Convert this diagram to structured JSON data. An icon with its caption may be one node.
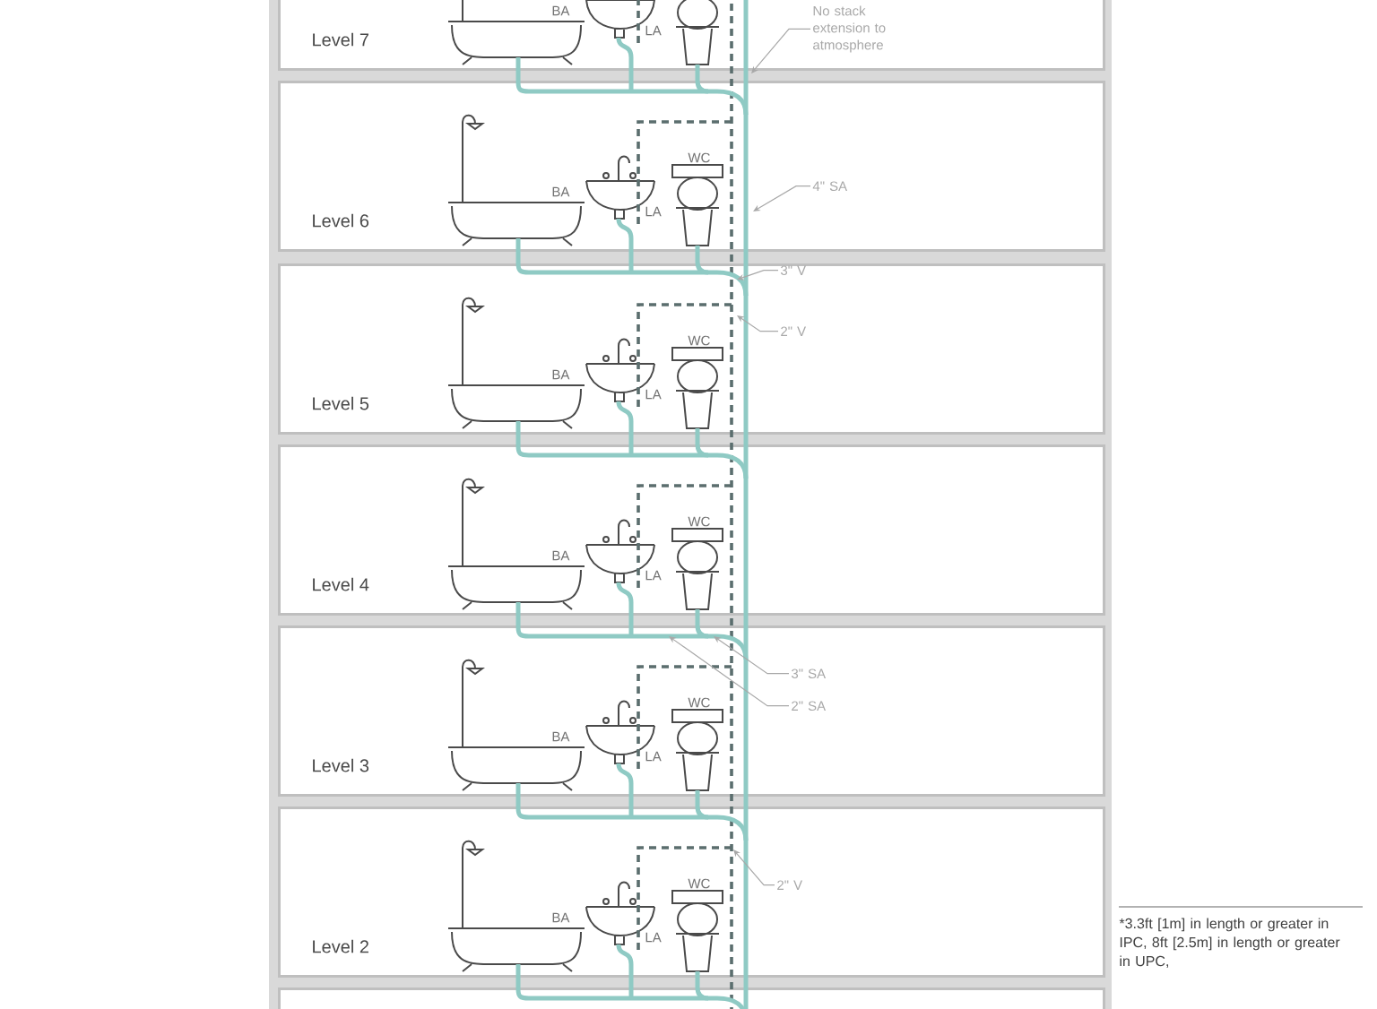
{
  "diagram": {
    "nodes": [
      {
        "text": [
          "Level 7"
        ]
      },
      {
        "text": [
          "Level 6"
        ]
      },
      {
        "text": [
          "Level 5"
        ]
      },
      {
        "text": [
          "Level 4"
        ]
      },
      {
        "text": [
          "Level 3"
        ]
      },
      {
        "text": [
          "Level 2"
        ]
      },
      {
        "text": [],
        "shape": "box"
      },
      {
        "text": [
          "No stack extension to atmosphere"
        ],
        "in": 0
      },
      {
        "text": [
          "4\" SA"
        ],
        "in": 1
      },
      {
        "text": [
          "3\" V"
        ],
        "in": 2
      },
      {
        "text": [
          "2\" V"
        ],
        "in": 2
      },
      {
        "text": [
          "3\" SA"
        ],
        "in": 4
      },
      {
        "text": [
          "2\" SA"
        ],
        "in": 4
      },
      {
        "text": [
          "2\" V"
        ],
        "in": 5
      }
    ],
    "edges": [
      {
        "from": 7,
        "to": null,
        "arrow": "to"
      },
      {
        "from": 8,
        "to": null,
        "arrow": "to"
      },
      {
        "from": 9,
        "to": null,
        "arrow": "to"
      },
      {
        "from": 10,
        "to": null,
        "arrow": "to"
      },
      {
        "from": 11,
        "to": null,
        "arrow": "to"
      },
      {
        "from": 12,
        "to": null,
        "arrow": "to"
      },
      {
        "from": 13,
        "to": null,
        "arrow": "to"
      }
    ],
    "labels": [
      "BA",
      "LA",
      "WC",
      "BA",
      "LA",
      "WC",
      "BA",
      "LA",
      "WC",
      "BA",
      "LA",
      "WC",
      "BA",
      "LA",
      "WC",
      "BA",
      "LA",
      "*3.3ft [1m] in length or greater in IPC, 8ft [2.5m] in length or greater in UPC,"
    ]
  }
}
